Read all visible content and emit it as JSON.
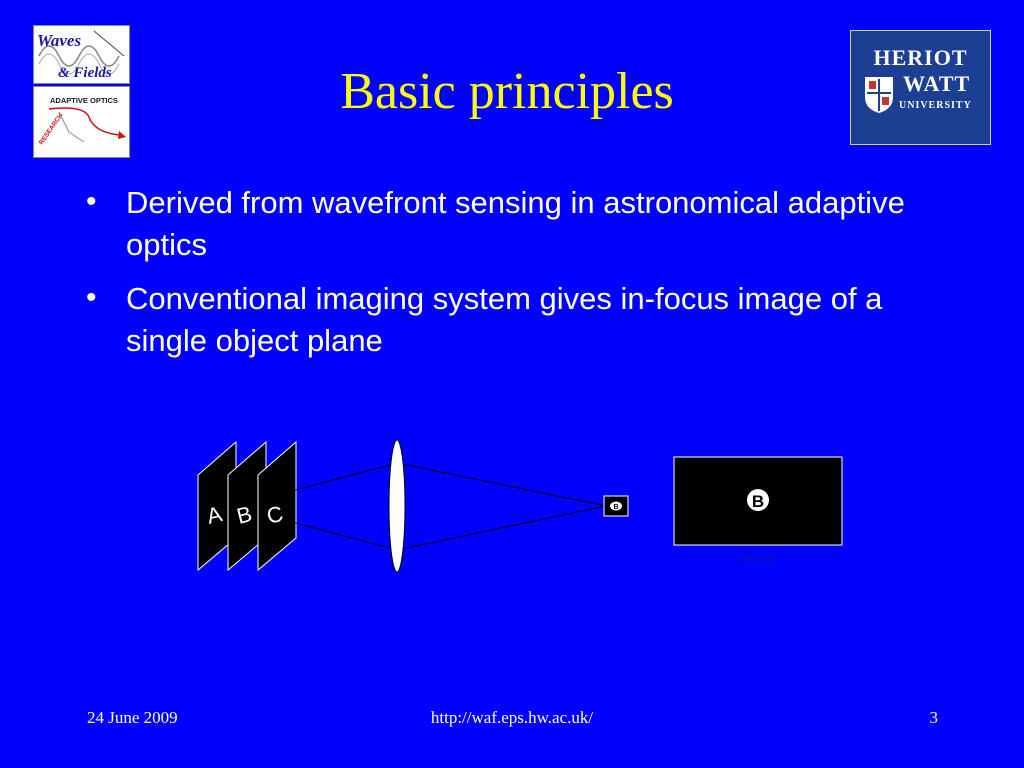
{
  "logos": {
    "waves_fields": {
      "line1": "Waves",
      "line2": "& Fields"
    },
    "adaptive_optics": {
      "label": "ADAPTIVE OPTICS",
      "side_text": "RESEARCH"
    },
    "heriot_watt": {
      "line1": "HERIOT",
      "line2": "WATT",
      "line3": "UNIVERSITY"
    }
  },
  "title": "Basic principles",
  "bullets": [
    {
      "marker": "•",
      "text": "Derived from wavefront sensing in astronomical adaptive optics"
    },
    {
      "marker": "•",
      "text": "Conventional imaging system gives in-focus image of a single object plane"
    }
  ],
  "diagram": {
    "planes": [
      "A",
      "B",
      "C"
    ],
    "focal_label": "B",
    "image_label": "B",
    "image_caption": "IMAGE"
  },
  "footer": {
    "date": "24 June 2009",
    "url": "http://waf.eps.hw.ac.uk/",
    "page_number": "3"
  },
  "colors": {
    "background": "#0000ff",
    "title": "#ffff00",
    "text": "#ffffff",
    "hw_blue": "#1c3f94"
  }
}
